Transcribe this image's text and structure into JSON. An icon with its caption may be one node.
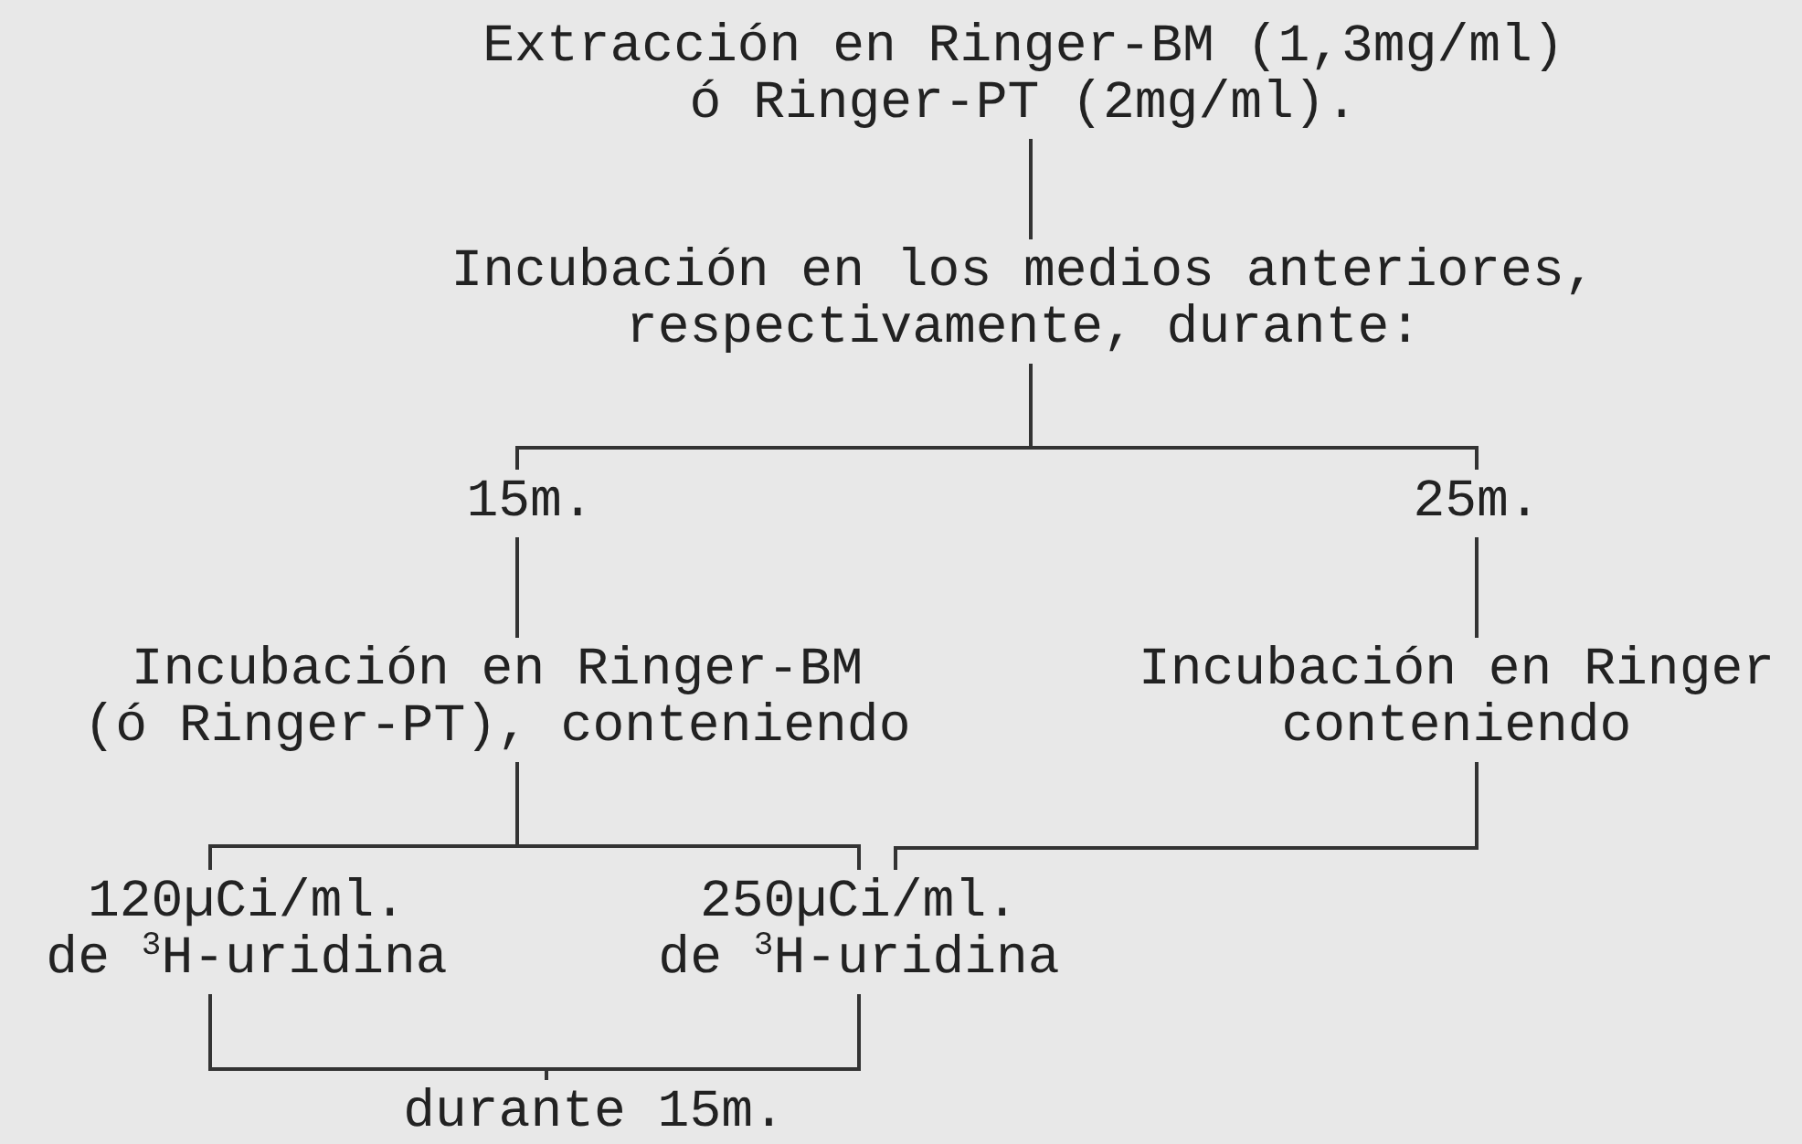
{
  "diagram": {
    "nodes": [
      {
        "text": [
          "Extracción en Ringer-BM (1,3mg/ml) ó Ringer-PT (2mg/ml)."
        ]
      },
      {
        "text": [
          "Incubación en los medios anteriores, respectivamente, durante:"
        ]
      },
      {
        "text": [
          "15m."
        ]
      },
      {
        "text": [
          "25m."
        ]
      },
      {
        "text": [
          "Incubación en Ringer-BM (ó Ringer-PT), conteniendo"
        ]
      },
      {
        "text": [
          "Incubación en Ringer conteniendo"
        ]
      },
      {
        "text": [
          "120µCi/ml. de $^{3}$H-uridina"
        ]
      },
      {
        "text": [
          "250µCi/ml. de $^{3}$H-uridina"
        ]
      },
      {
        "text": [
          "durante 15m."
        ]
      }
    ],
    "edges": [
      {
        "from": 0,
        "to": 1,
        "arrow": "none"
      },
      {
        "from": 1,
        "to": 2,
        "arrow": "none"
      },
      {
        "from": 1,
        "to": 3,
        "arrow": "none"
      },
      {
        "from": 2,
        "to": 4,
        "arrow": "none"
      },
      {
        "from": 3,
        "to": 5,
        "arrow": "none"
      },
      {
        "from": 4,
        "to": 6,
        "arrow": "none"
      },
      {
        "from": 4,
        "to": 7,
        "arrow": "none"
      },
      {
        "from": 5,
        "to": 7,
        "arrow": "none"
      },
      {
        "from": 6,
        "to": 8,
        "arrow": "none"
      },
      {
        "from": 7,
        "to": 8,
        "arrow": "none"
      }
    ]
  }
}
